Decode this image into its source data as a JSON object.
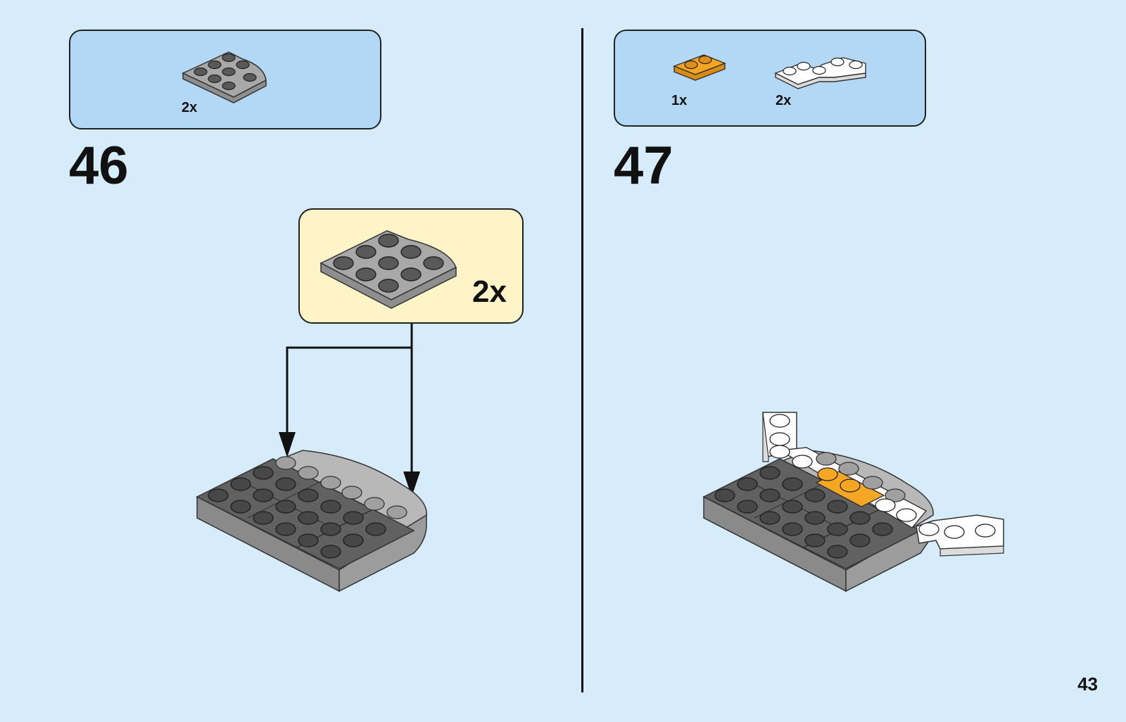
{
  "steps": [
    {
      "number": "46",
      "parts": [
        {
          "qty": "2x"
        }
      ],
      "callout": {
        "qty": "2x"
      }
    },
    {
      "number": "47",
      "parts": [
        {
          "qty": "1x"
        },
        {
          "qty": "2x"
        }
      ]
    }
  ],
  "page_number": "43",
  "colors": {
    "background": "#d6ecfb",
    "parts_box": "#b3d8f5",
    "callout": "#fff3c8",
    "dark_gray": "#595959",
    "light_gray": "#a8a8a8",
    "orange": "#f5a623",
    "white": "#ffffff"
  }
}
